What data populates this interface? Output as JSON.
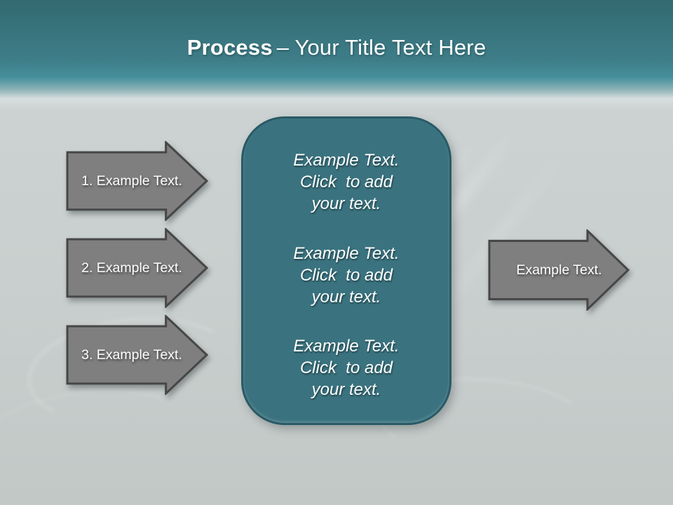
{
  "slide": {
    "title": {
      "bold": "Process",
      "regular": "– Your Title Text Here"
    },
    "left_arrows": [
      {
        "label": "1. Example Text."
      },
      {
        "label": "2. Example Text."
      },
      {
        "label": "3. Example Text."
      }
    ],
    "center_box": {
      "blocks": [
        {
          "line1": "Example Text.",
          "line2": "Click  to add",
          "line3": "your text."
        },
        {
          "line1": "Example Text.",
          "line2": "Click  to add",
          "line3": "your text."
        },
        {
          "line1": "Example Text.",
          "line2": "Click  to add",
          "line3": "your text."
        }
      ]
    },
    "right_arrow": {
      "label": "Example Text."
    },
    "colors": {
      "header_gradient_top": "#336970",
      "header_gradient_bottom": "#45909b",
      "box_fill": "#3a737f",
      "box_border": "#2a5a66",
      "arrow_fill": "#7f7f7f",
      "arrow_border": "#474747",
      "background": "#c9cfce",
      "text": "#ffffff"
    }
  }
}
